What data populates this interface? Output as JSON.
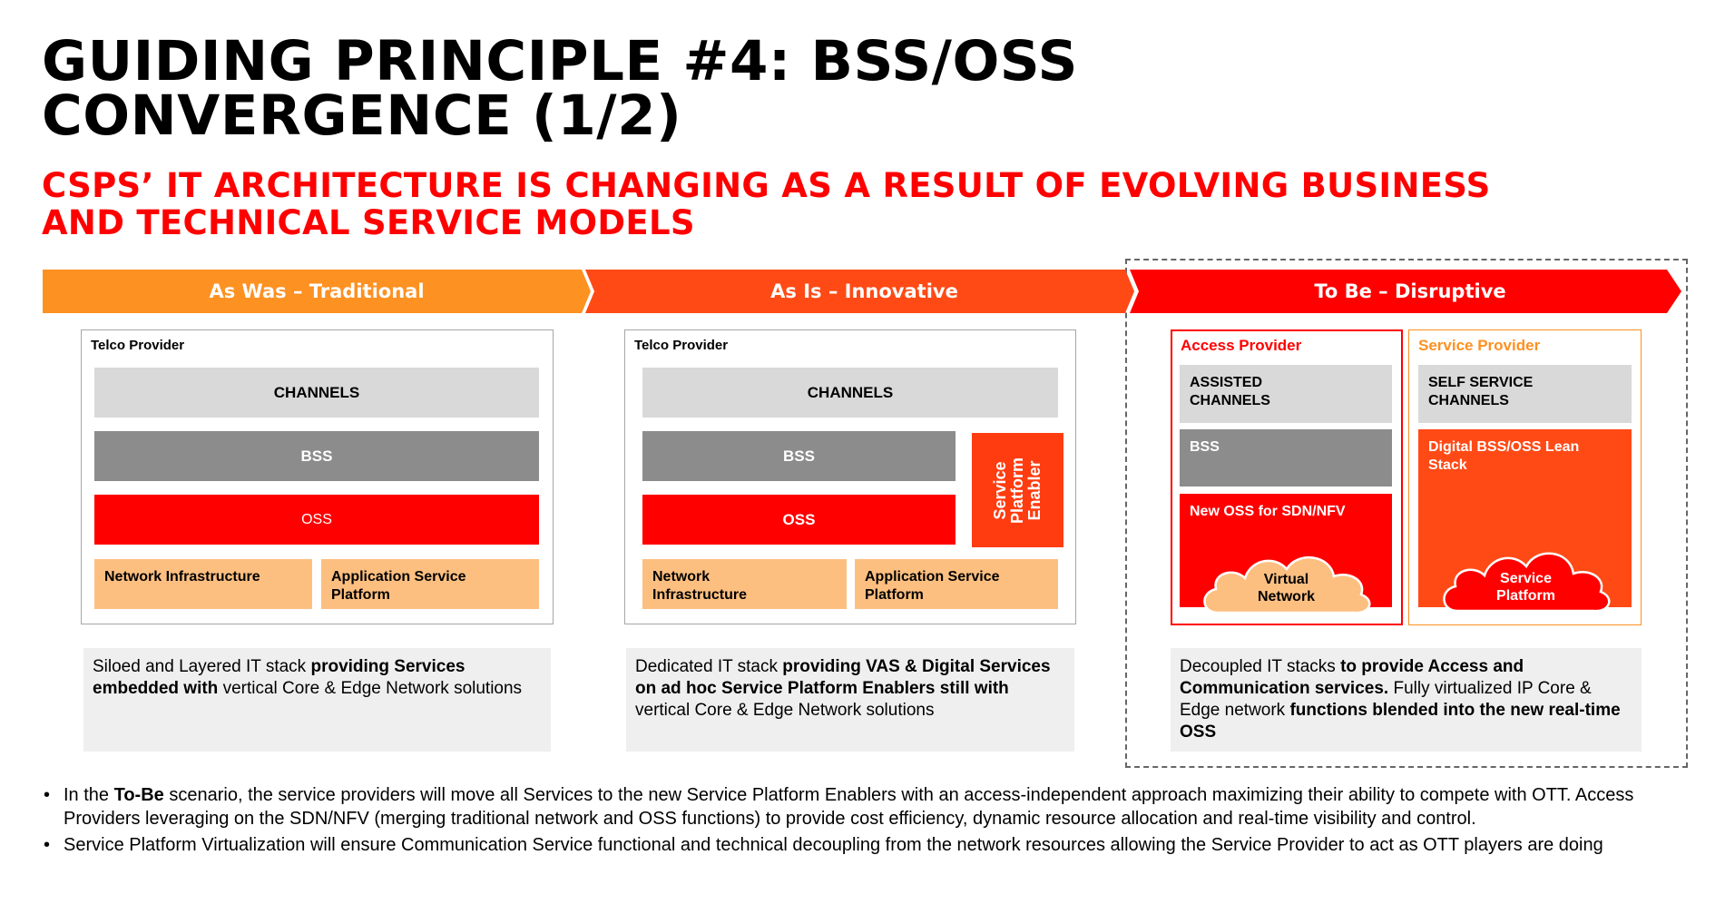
{
  "title": {
    "line1": "GUIDING PRINCIPLE #4: BSS/OSS",
    "line2": "CONVERGENCE (1/2)"
  },
  "subtitle": {
    "line1": "CSPS’ IT ARCHITECTURE IS CHANGING AS A RESULT OF EVOLVING BUSINESS",
    "line2": "AND TECHNICAL SERVICE MODELS"
  },
  "phases": [
    {
      "label": "As Was – Traditional",
      "color": "#fd9122"
    },
    {
      "label": "As Is – Innovative",
      "color": "#ff4a16"
    },
    {
      "label": "To Be – Disruptive",
      "color": "#ff0000"
    }
  ],
  "traditional": {
    "frame_label": "Telco Provider",
    "channels": "CHANNELS",
    "bss": "BSS",
    "oss": "OSS",
    "network": "Network Infrastructure",
    "app_platform_1": "Application Service",
    "app_platform_2": "Platform",
    "desc": {
      "p1": "Siloed and Layered IT stack ",
      "b1": "providing Services embedded with",
      "p2": " vertical Core & Edge Network solutions"
    }
  },
  "innovative": {
    "frame_label": "Telco Provider",
    "channels": "CHANNELS",
    "bss": "BSS",
    "oss": "OSS",
    "enabler": "Service\nPlatform\nEnabler",
    "network_1": "Network",
    "network_2": "Infrastructure",
    "app_platform_1": "Application Service",
    "app_platform_2": "Platform",
    "desc": {
      "p1": "Dedicated IT stack ",
      "b1": "providing VAS & Digital Services on ad hoc Service Platform Enablers still with",
      "p2": " vertical Core & Edge Network solutions"
    }
  },
  "disruptive": {
    "access": {
      "label": "Access Provider",
      "channels_1": "ASSISTED",
      "channels_2": "CHANNELS",
      "bss": "BSS",
      "oss": "New OSS for SDN/NFV",
      "cloud_1": "Virtual",
      "cloud_2": "Network"
    },
    "service": {
      "label": "Service Provider",
      "channels_1": "SELF SERVICE",
      "channels_2": "CHANNELS",
      "stack_1": "Digital BSS/OSS Lean",
      "stack_2": "Stack",
      "cloud_1": "Service",
      "cloud_2": "Platform"
    },
    "desc": {
      "p1": "Decoupled IT stacks ",
      "b1": "to provide Access and Communication services.",
      "p2": " Fully virtualized IP Core & Edge network ",
      "b2": "functions blended into the new real-time OSS"
    }
  },
  "bullets": {
    "b1_pre": "In the ",
    "b1_bold": "To-Be",
    "b1_post": " scenario, the service providers will move all Services to the new Service Platform Enablers with an access-independent approach maximizing their ability to compete with OTT. Access Providers leveraging on the SDN/NFV (merging traditional network and OSS functions) to provide cost efficiency, dynamic resource allocation and real-time visibility and control.",
    "b2": "Service Platform Virtualization will ensure Communication Service functional and technical decoupling from the network resources allowing the Service Provider to act as OTT players are doing"
  },
  "colors": {
    "accent_red": "#ff0000",
    "orange": "#fd9122",
    "red_orange": "#ff4a16",
    "peach": "#fdbf80",
    "gray_light": "#d9d9d9",
    "gray_dark": "#8c8c8c"
  }
}
